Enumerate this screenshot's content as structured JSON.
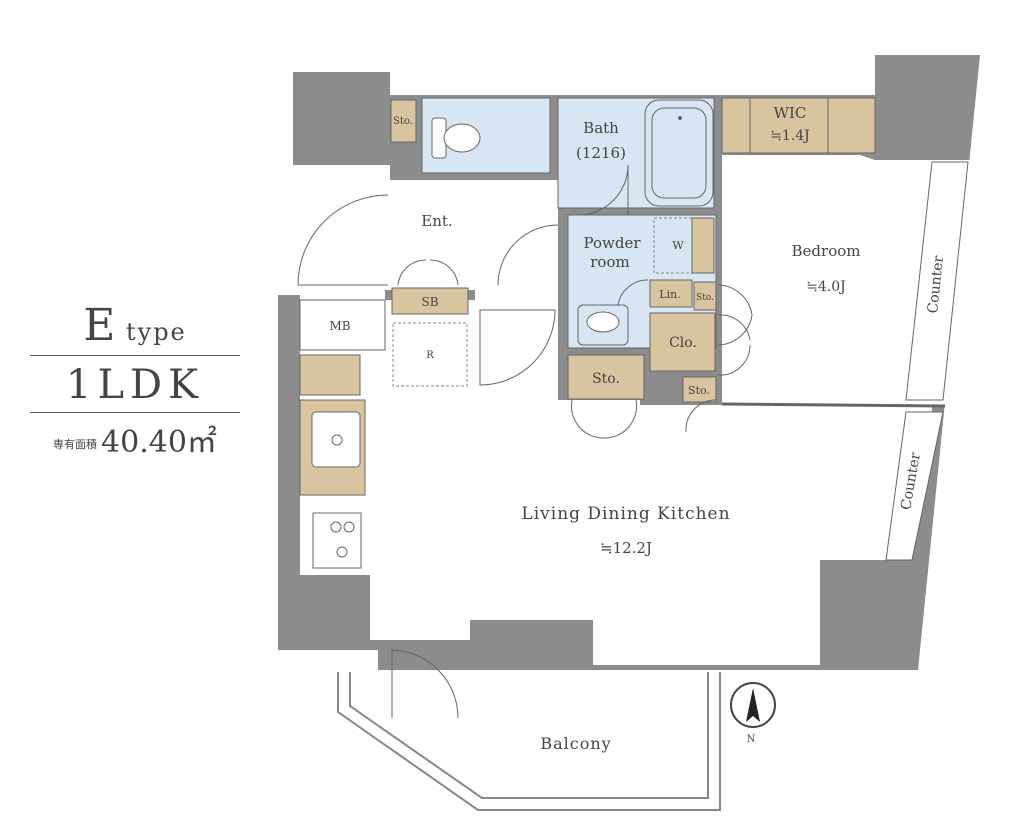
{
  "title": {
    "type_letter": "E",
    "type_word": "type",
    "layout": "1LDK",
    "area_label": "専有面積",
    "area_value": "40.40㎡"
  },
  "rooms": {
    "sto_toilet": "Sto.",
    "bath": "Bath",
    "bath_size": "(1216)",
    "wic": "WIC",
    "wic_size": "≒1.4J",
    "ent": "Ent.",
    "powder": "Powder",
    "powder2": "room",
    "washer": "W",
    "bedroom": "Bedroom",
    "bedroom_size": "≒4.0J",
    "counter_bed": "Counter",
    "counter_ldk": "Counter",
    "mb": "MB",
    "sb": "SB",
    "fridge": "R",
    "lin": "Lin.",
    "sto_small": "Sto.",
    "clo": "Clo.",
    "sto_left": "Sto.",
    "sto_right": "Sto.",
    "ldk": "Living Dining Kitchen",
    "ldk_size": "≒12.2J",
    "balcony": "Balcony",
    "north": "N"
  },
  "colors": {
    "wall": "#8c8c8c",
    "wet_area": "#d8e6f3",
    "storage": "#d9c4a0",
    "line": "#666666"
  }
}
